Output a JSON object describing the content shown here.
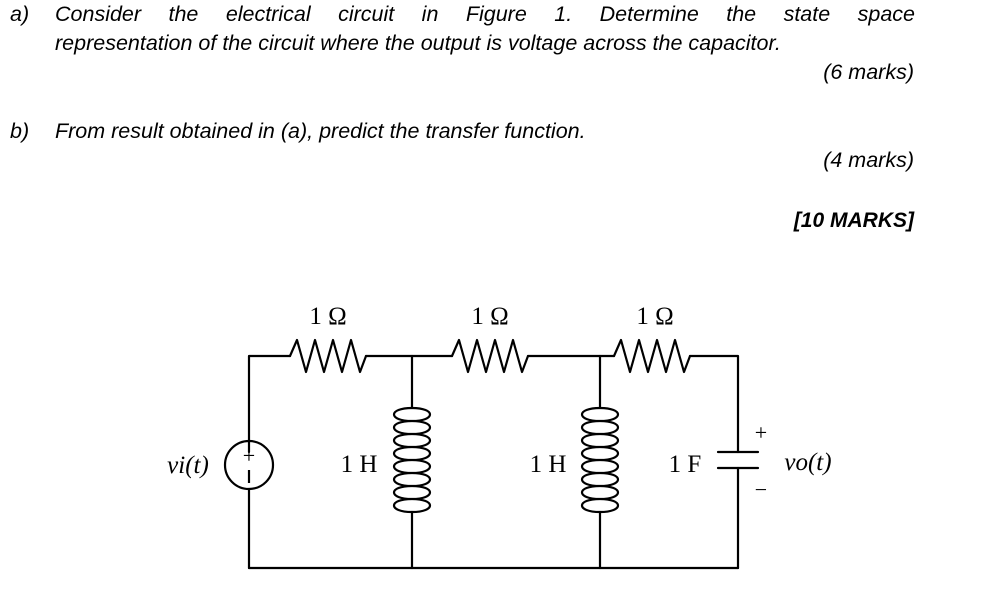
{
  "question_a": {
    "label": "a)",
    "line1": "Consider the electrical circuit in Figure 1. Determine the state space",
    "line2": "representation of the circuit where the output is voltage across the capacitor.",
    "marks": "(6 marks)"
  },
  "question_b": {
    "label": "b)",
    "text": "From result obtained in (a), predict the transfer function.",
    "marks": "(4 marks)"
  },
  "total_marks": "[10 MARKS]",
  "circuit": {
    "resistor1_label": "1 Ω",
    "resistor2_label": "1 Ω",
    "resistor3_label": "1 Ω",
    "inductor1_label": "1 H",
    "inductor2_label": "1 H",
    "capacitor_label": "1 F",
    "source_label": "vi(t)",
    "output_label": "vo(t)",
    "plus_sign": "+",
    "minus_sign": "−"
  }
}
